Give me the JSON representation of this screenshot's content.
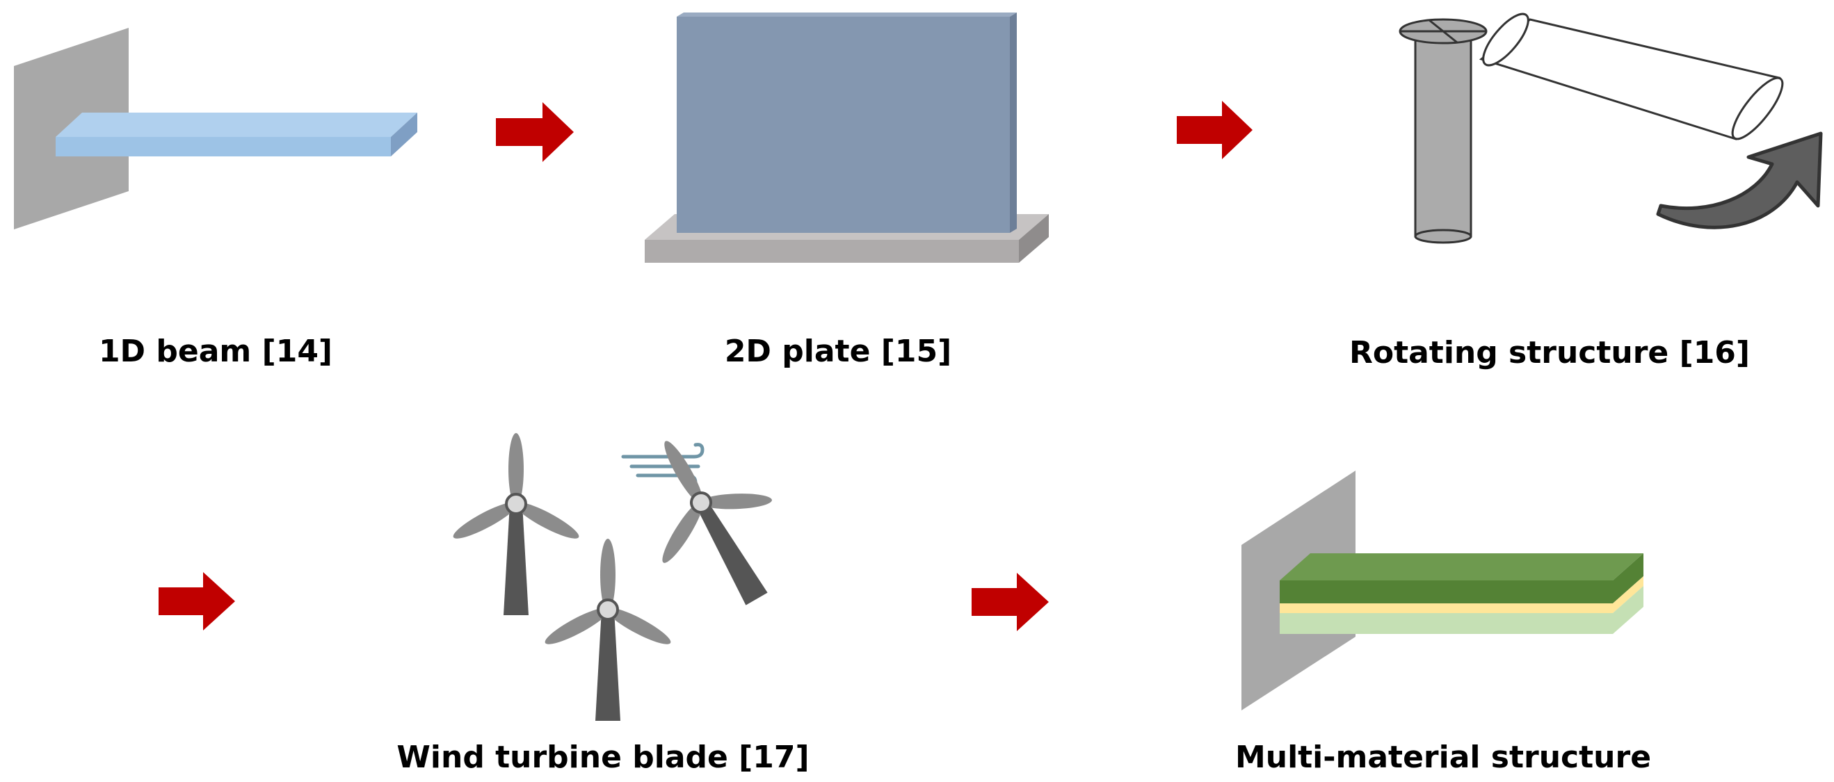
{
  "colors": {
    "background": "#ffffff",
    "arrow": "#c00000",
    "wall": "#a8a8a8",
    "beam_top": "#b0d0ee",
    "beam_front": "#9dc3e6",
    "beam_side": "#7f9fc4",
    "plate_front": "#8497b0",
    "plate_top": "#9aabc2",
    "plate_side": "#6d7f98",
    "base_top": "#c6c3c3",
    "base_front": "#aeabab",
    "base_side": "#8f8c8c",
    "shaft": "#ababab",
    "curved_arrow": "#5e5e5e",
    "turbine_blade": "#8c8c8c",
    "turbine_tower": "#555555",
    "wind_lines": "#6f95a6",
    "layer_top": "#6e9a4f",
    "layer_dark": "#548235",
    "layer_mid": "#ffe699",
    "layer_bottom": "#c5e0b4"
  },
  "icons": {
    "flow_arrow": "right-arrow-icon",
    "rotation_arrow": "curved-arrow-icon",
    "wind": "wind-icon",
    "turbine": "wind-turbine-icon"
  },
  "items": {
    "beam": {
      "label": "1D beam [14]"
    },
    "plate": {
      "label": "2D plate [15]"
    },
    "rotating": {
      "label": "Rotating structure [16]"
    },
    "turbine": {
      "label": "Wind turbine blade [17]"
    },
    "multi": {
      "label": "Multi-material structure"
    }
  }
}
